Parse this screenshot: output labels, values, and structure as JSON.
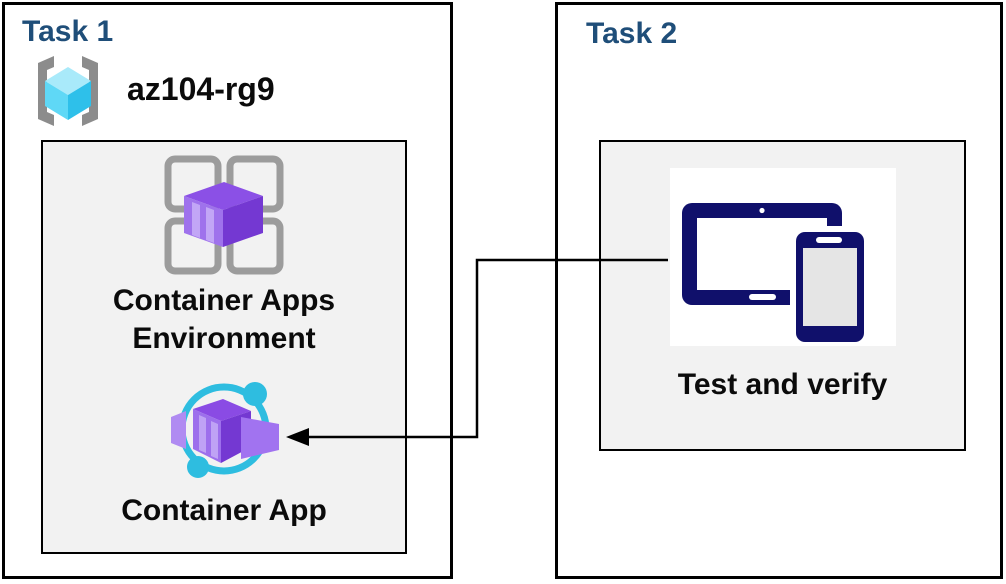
{
  "task1": {
    "title": "Task 1",
    "resource_group_label": "az104-rg9",
    "environment_label": "Container Apps Environment",
    "app_label": "Container App"
  },
  "task2": {
    "title": "Task 2",
    "verify_label": "Test and verify"
  },
  "icons": {
    "resource_group": "resource-group-icon",
    "container_apps_environment": "container-apps-environment-icon",
    "container_app": "container-app-icon",
    "devices": "devices-icon",
    "connector": "connector-arrow-icon"
  },
  "colors": {
    "title_navy": "#1F4E79",
    "text_black": "#0B0B0B",
    "panel_gray": "#F2F2F2",
    "border_black": "#000000",
    "device_navy": "#10106B",
    "ring_cyan": "#2EBDE0",
    "cube_cyan_top": "#A9EAFA",
    "cube_cyan_left": "#5FD8F6",
    "cube_cyan_right": "#2EC0EA",
    "purple_top": "#8A4BE4",
    "purple_front": "#9D6FEC",
    "purple_stripe": "#C2A6F6",
    "purple_dark": "#7438D2",
    "frame_gray": "#9C9C9C",
    "bracket_gray": "#8C8C8C"
  }
}
